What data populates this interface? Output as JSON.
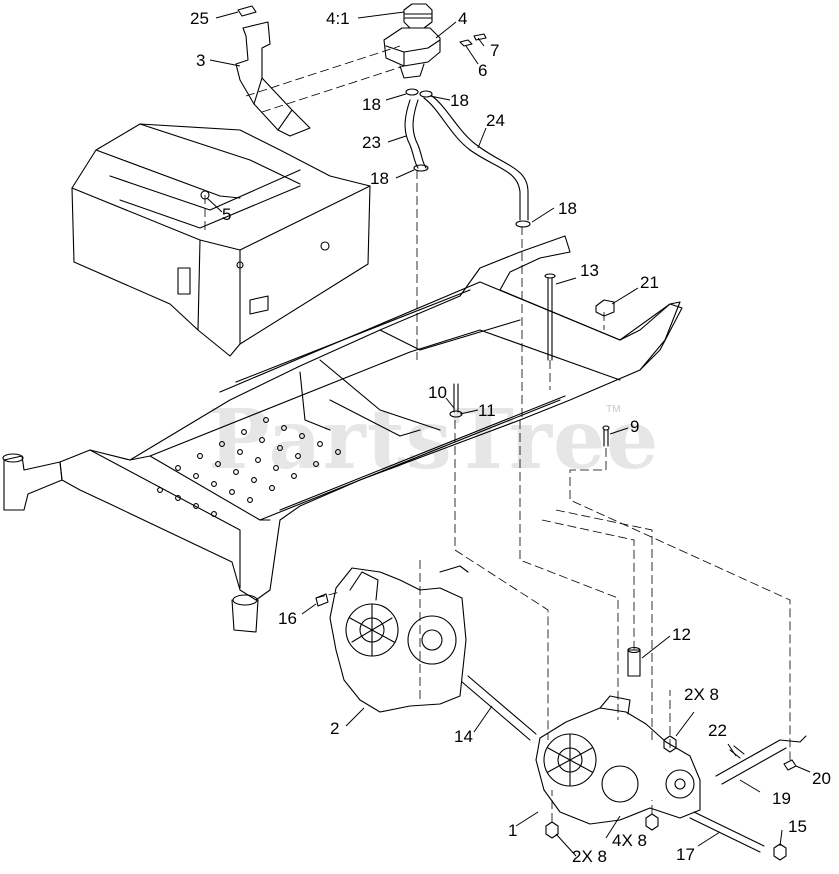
{
  "watermark": {
    "text": "PartsTree",
    "trademark": "TM"
  },
  "labels": {
    "p25": "25",
    "p3": "3",
    "ratio": "4:1",
    "p4": "4",
    "p7": "7",
    "p6": "6",
    "p18a": "18",
    "p18b": "18",
    "p23": "23",
    "p24": "24",
    "p18c": "18",
    "p5": "5",
    "p18d": "18",
    "p13": "13",
    "p21": "21",
    "p10": "10",
    "p11": "11",
    "p9": "9",
    "p16": "16",
    "p12": "12",
    "p2": "2",
    "p14": "14",
    "p2x8a": "2X 8",
    "p22": "22",
    "p20": "20",
    "p19": "19",
    "p1": "1",
    "p4x8": "4X 8",
    "p15": "15",
    "p17": "17",
    "p2x8b": "2X 8"
  }
}
